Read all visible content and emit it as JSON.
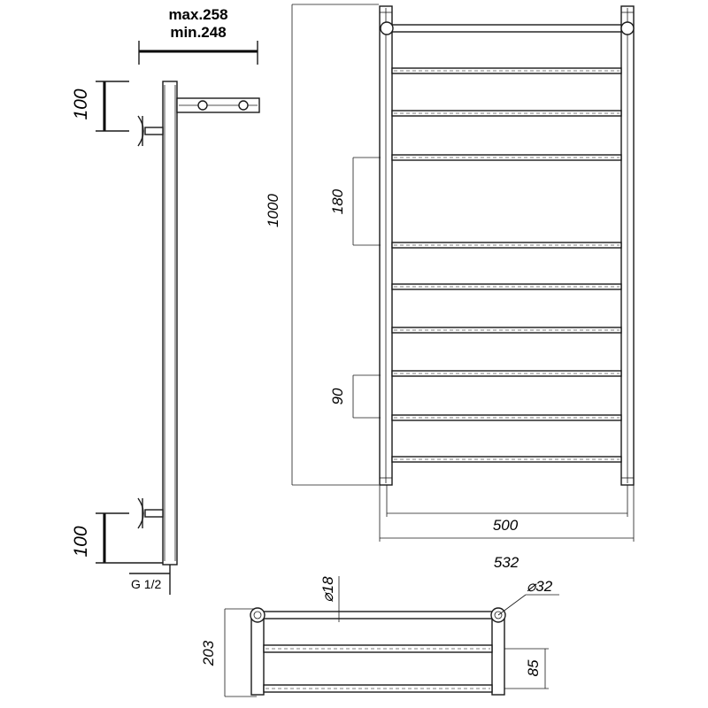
{
  "dimensions": {
    "depth_max": "max.258",
    "depth_min": "min.248",
    "offset_top": "100",
    "offset_bottom": "100",
    "thread": "G 1/2",
    "height_total": "1000",
    "rung_spacing_large": "180",
    "rung_spacing_small": "90",
    "width_inner": "500",
    "width_outer": "532",
    "tube_rung_diameter": "⌀18",
    "tube_post_diameter": "⌀32",
    "depth_plan": "203",
    "plan_spacing": "85"
  },
  "colors": {
    "line": "#1a1a1a",
    "background": "#ffffff"
  }
}
